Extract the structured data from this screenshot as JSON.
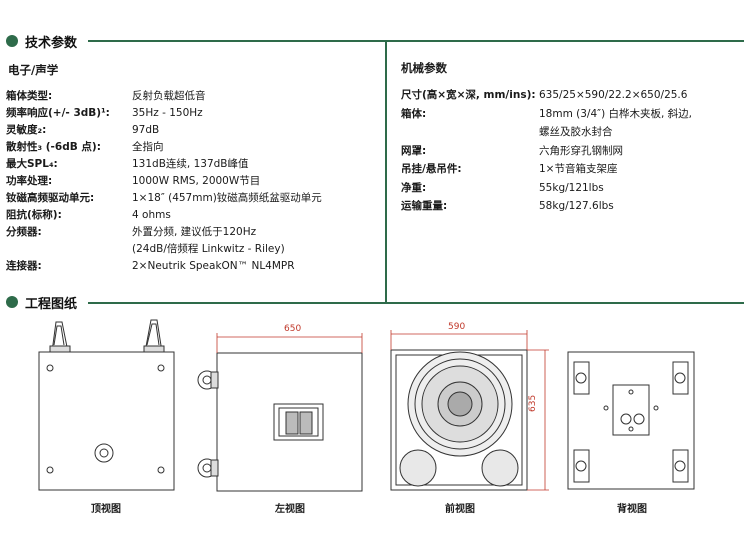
{
  "sections": {
    "tech": "技术参数",
    "drawings": "工程图纸"
  },
  "electro": {
    "title": "电子/声学",
    "rows": [
      {
        "k": "箱体类型:",
        "v": "反射负载超低音"
      },
      {
        "k": "频率响应(+/- 3dB)¹:",
        "v": "35Hz - 150Hz"
      },
      {
        "k": "灵敏度₂:",
        "v": "97dB"
      },
      {
        "k": "散射性₃ (-6dB 点):",
        "v": "全指向"
      },
      {
        "k": "最大SPL₄:",
        "v": "131dB连续, 137dB峰值"
      },
      {
        "k": "功率处理:",
        "v": "1000W RMS, 2000W节目"
      },
      {
        "k": "钕磁高频驱动单元:",
        "v": "1×18″ (457mm)钕磁高频纸盆驱动单元"
      },
      {
        "k": "阻抗(标称):",
        "v": "4 ohms"
      },
      {
        "k": "分频器:",
        "v": "外置分频, 建议低于120Hz"
      },
      {
        "k": "",
        "v": "(24dB/倍频程 Linkwitz - Riley)"
      },
      {
        "k": "连接器:",
        "v": "2×Neutrik SpeakON™ NL4MPR"
      }
    ]
  },
  "mech": {
    "title": "机械参数",
    "rows": [
      {
        "k": "尺寸(高×宽×深, mm/ins):",
        "v": "635/25×590/22.2×650/25.6"
      },
      {
        "k": "箱体:",
        "v": "18mm (3/4″) 白桦木夹板, 斜边,"
      },
      {
        "k": "",
        "v": "螺丝及胶水封合"
      },
      {
        "k": "网罩:",
        "v": "六角形穿孔钢制网"
      },
      {
        "k": "吊挂/悬吊件:",
        "v": "1×节音箱支架座"
      },
      {
        "k": "净重:",
        "v": "55kg/121lbs"
      },
      {
        "k": "运输重量:",
        "v": "58kg/127.6lbs"
      }
    ]
  },
  "views": {
    "top": "顶视图",
    "left": "左视图",
    "front": "前视图",
    "back": "背视图"
  },
  "dims": {
    "depth": "650",
    "width": "590",
    "height": "635"
  }
}
